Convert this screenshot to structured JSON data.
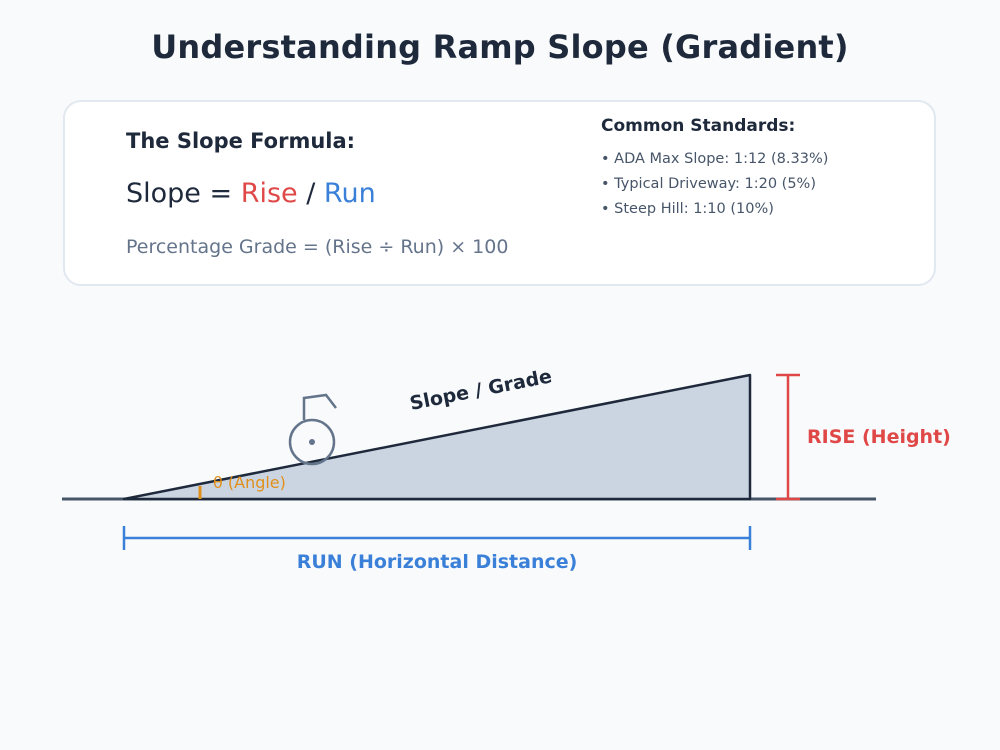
{
  "title": "Understanding Ramp Slope (Gradient)",
  "formula": {
    "heading": "The Slope Formula:",
    "slope_prefix": "Slope = ",
    "rise_word": "Rise",
    "divider": " / ",
    "run_word": "Run",
    "percentage": "Percentage Grade = (Rise ÷ Run) × 100"
  },
  "standards": {
    "heading": "Common Standards:",
    "items": [
      "ADA Max Slope: 1:12 (8.33%)",
      "Typical Driveway: 1:20 (5%)",
      "Steep Hill: 1:10 (10%)"
    ]
  },
  "diagram": {
    "slope_label": "Slope / Grade",
    "angle_label": "θ (Angle)",
    "rise_label": "RISE (Height)",
    "run_label": "RUN (Horizontal Distance)",
    "colors": {
      "rise": "#e04848",
      "run": "#3a80d8",
      "angle": "#e0901a",
      "ramp_fill": "#cbd5e1",
      "ramp_stroke": "#1e293b",
      "ground": "#475569",
      "wheelchair": "#64748b"
    }
  }
}
